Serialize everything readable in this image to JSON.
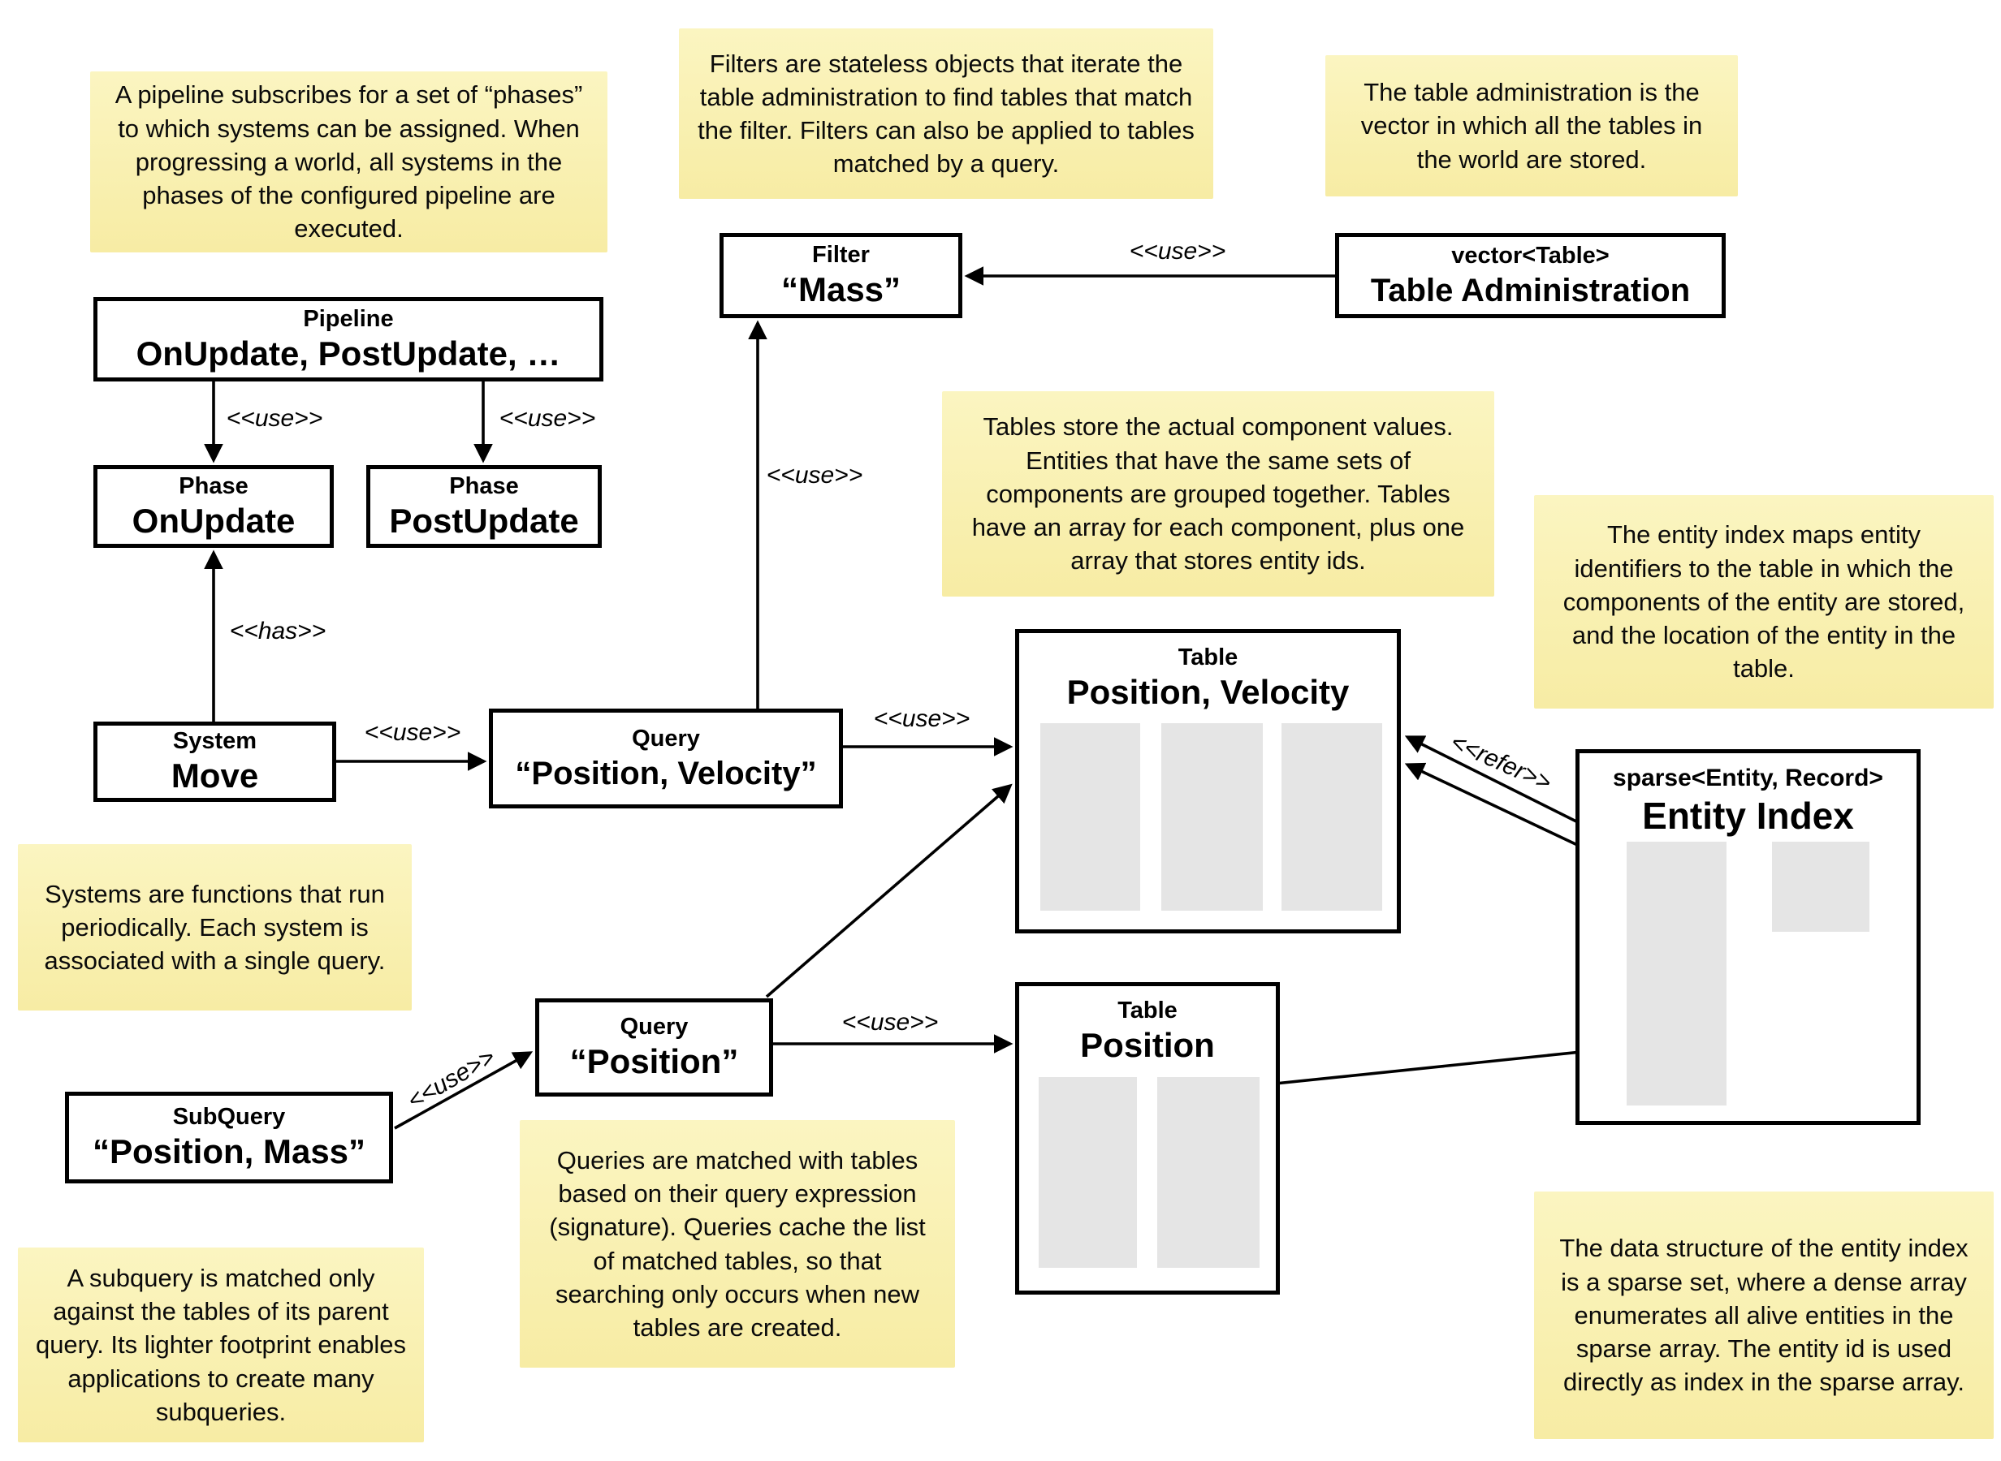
{
  "diagram": {
    "notes": {
      "pipeline": "A pipeline subscribes for a set of “phases” to which systems can be assigned. When progressing a world, all systems in the phases of the configured pipeline are executed.",
      "filters": "Filters are stateless objects that iterate the table administration to find tables that match the filter. Filters can also be applied to tables matched by a query.",
      "table_admin": "The table administration is the vector in which all the tables in the world are stored.",
      "tables": "Tables store the actual component values. Entities that have the same sets of components are grouped together. Tables have an array for each component, plus one array that stores entity ids.",
      "entity_index": "The entity index maps entity identifiers to the table in which the components of the entity are stored, and the location of the entity in the table.",
      "systems": "Systems are functions that run periodically. Each system is associated with a single query.",
      "queries": "Queries are matched with tables based on their query expression (signature). Queries cache the list of matched tables, so that searching only occurs when new tables are created.",
      "subquery": "A subquery is matched only against the tables of its parent query. Its lighter footprint enables applications to create many subqueries.",
      "sparse_set": "The data structure of the entity index is a sparse set, where a dense array enumerates all alive entities in the sparse array. The entity id is used directly as index in the sparse array."
    },
    "nodes": {
      "pipeline": {
        "stereotype": "Pipeline",
        "name": "OnUpdate, PostUpdate, …"
      },
      "phase_onupdate": {
        "stereotype": "Phase",
        "name": "OnUpdate"
      },
      "phase_postupdate": {
        "stereotype": "Phase",
        "name": "PostUpdate"
      },
      "system_move": {
        "stereotype": "System",
        "name": "Move"
      },
      "query_pv": {
        "stereotype": "Query",
        "name": "“Position, Velocity”"
      },
      "filter_mass": {
        "stereotype": "Filter",
        "name": "“Mass”"
      },
      "table_admin": {
        "stereotype": "vector<Table>",
        "name": "Table Administration"
      },
      "table_pv": {
        "stereotype": "Table",
        "name": "Position, Velocity"
      },
      "table_pos": {
        "stereotype": "Table",
        "name": "Position"
      },
      "query_pos": {
        "stereotype": "Query",
        "name": "“Position”"
      },
      "subquery": {
        "stereotype": "SubQuery",
        "name": "“Position, Mass”"
      },
      "entity_index": {
        "stereotype": "sparse<Entity, Record>",
        "name": "Entity Index"
      }
    },
    "edges": {
      "pipeline_onupdate": {
        "label": "<<use>>"
      },
      "pipeline_postupdate": {
        "label": "<<use>>"
      },
      "system_phase": {
        "label": "<<has>>"
      },
      "system_query": {
        "label": "<<use>>"
      },
      "query_filter": {
        "label": "<<use>>"
      },
      "admin_filter": {
        "label": "<<use>>"
      },
      "query_table_pv": {
        "label": "<<use>>"
      },
      "query_table_pos": {
        "label": "<<use>>"
      },
      "subquery_query": {
        "label": "<<use>>"
      },
      "index_refer": {
        "label": "<<refer>>"
      }
    },
    "colors": {
      "note_bg": "#f9f0ad",
      "bar_gray": "#e5e5e5",
      "line": "#000000",
      "background": "#ffffff"
    }
  }
}
